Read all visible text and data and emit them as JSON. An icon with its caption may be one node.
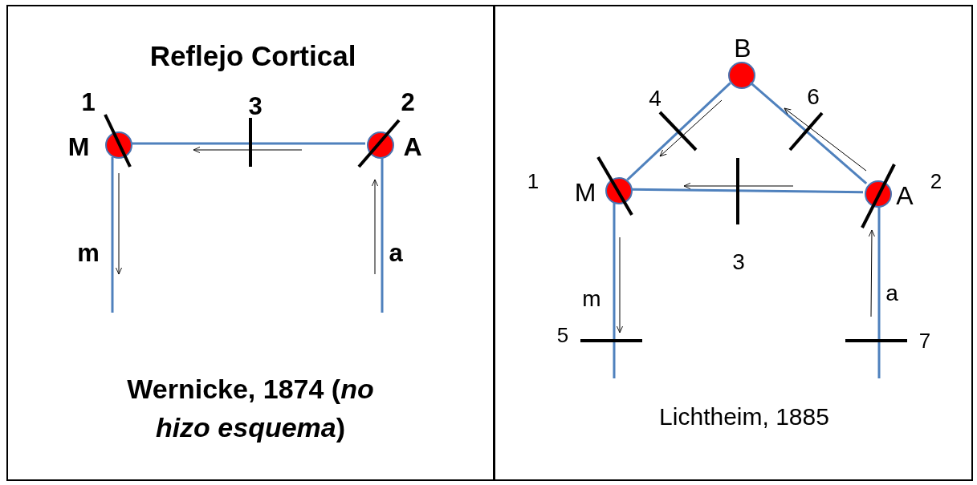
{
  "diagram": {
    "nodes": [
      {
        "text": [
          "Reflejo Cortical",
          "Wernicke, 1874 (*no hizo esquema*)"
        ]
      },
      {
        "text": [],
        "shape": "circle",
        "beside": [
          "M"
        ],
        "in": 0
      },
      {
        "text": [],
        "shape": "circle",
        "beside": [
          "A"
        ],
        "in": 0
      },
      {
        "text": [
          "Lichtheim, 1885"
        ]
      },
      {
        "text": [],
        "shape": "circle",
        "beside": [
          "B"
        ],
        "in": 3
      },
      {
        "text": [],
        "shape": "circle",
        "beside": [
          "M"
        ],
        "in": 3
      },
      {
        "text": [],
        "shape": "circle",
        "beside": [
          "A"
        ],
        "in": 3
      }
    ],
    "edges": [
      {
        "from": 2,
        "to": 1,
        "arrow": "none"
      },
      {
        "from": 1,
        "to": null,
        "arrow": "none",
        "label": "m"
      },
      {
        "from": 2,
        "to": null,
        "arrow": "none",
        "label": "a"
      },
      {
        "from": 4,
        "to": 5,
        "arrow": "none"
      },
      {
        "from": 4,
        "to": 6,
        "arrow": "none"
      },
      {
        "from": 6,
        "to": 5,
        "arrow": "none"
      },
      {
        "from": 5,
        "to": null,
        "arrow": "none",
        "label": "m"
      },
      {
        "from": 6,
        "to": null,
        "arrow": "none",
        "label": "a"
      }
    ],
    "labels": [
      "1",
      "3",
      "2",
      "4",
      "6",
      "1",
      "2",
      "3",
      "5",
      "7"
    ]
  }
}
